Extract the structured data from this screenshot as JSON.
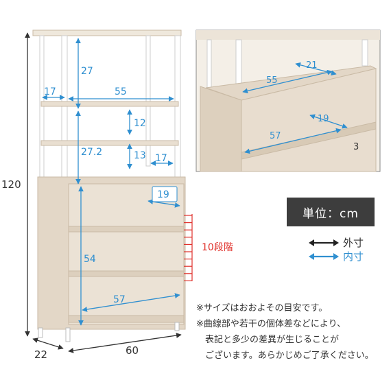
{
  "colors": {
    "wood": "#e3d7c7",
    "wood_dark": "#c9baa5",
    "frame": "#ffffff",
    "inner_dim": "#2f8fd0",
    "outer_dim": "#333333",
    "tier_marker": "#e0302a",
    "unit_box": "#3d3d3d"
  },
  "outer_dims": {
    "height": "120",
    "depth": "22",
    "width": "60"
  },
  "inner_dims": {
    "top_side_depth": "17",
    "top_height": "27",
    "top_width": "55",
    "adjust_a": "12",
    "adjust_b": "13",
    "mid_height": "27.2",
    "mid_side_depth": "17",
    "cab_depth": "19",
    "cab_height": "54",
    "cab_width": "57"
  },
  "inset_dims": {
    "depth_top": "21",
    "width_top": "55",
    "depth_bottom": "19",
    "width_bottom": "57",
    "pitch": "3"
  },
  "tiers_label": "10段階",
  "unit_label": "単位：cm",
  "legend": {
    "outer": "外寸",
    "inner": "内寸"
  },
  "notes": [
    "※サイズはおおよその目安です。",
    "※曲線部や若干の個体差などにより、",
    "　表記と多少の差異が生じることが",
    "　ございます。あらかじめご了承ください。"
  ]
}
